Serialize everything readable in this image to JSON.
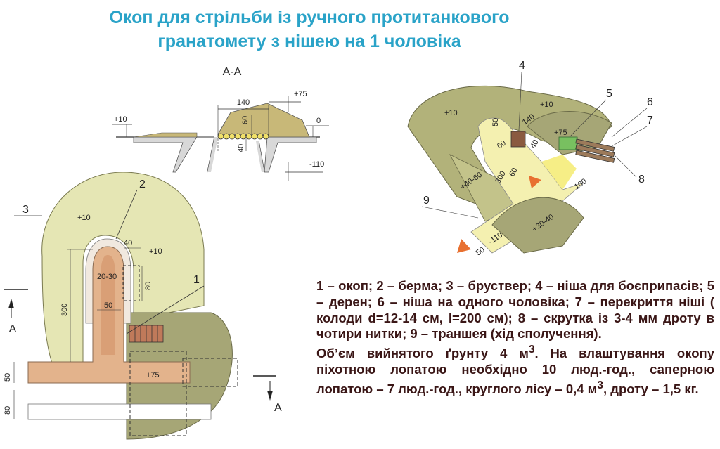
{
  "title": {
    "line1": "Окоп для стрільби із ручного протитанкового",
    "line2": "гранатомету з нішею на 1 чоловіка"
  },
  "section": {
    "name": "А-А",
    "dims": {
      "d140": "140",
      "p75": "+75",
      "p10": "+10",
      "zero": "0",
      "d60": "60",
      "d40": "40",
      "m110": "-110"
    }
  },
  "plan": {
    "label3": "3",
    "label2": "2",
    "label1": "1",
    "p10a": "+10",
    "p10b": "+10",
    "d40": "40",
    "d2030": "20-30",
    "d80": "80",
    "d300": "300",
    "d50": "50",
    "p75": "+75",
    "d50v": "50",
    "d80v": "80",
    "arrowA1": "А",
    "arrowA2": "А"
  },
  "view3d": {
    "n4": "4",
    "n5": "5",
    "n6": "6",
    "n7": "7",
    "n8": "8",
    "n9": "9",
    "p10a": "+10",
    "p10b": "+10",
    "d140": "140",
    "d50": "50",
    "d60": "60",
    "d40": "40",
    "p75": "+75",
    "p4060": "+40-60",
    "d300": "300",
    "d60b": "60",
    "d100": "100",
    "p3040": "+30-40",
    "m110": "-110",
    "d50b": "50"
  },
  "legend": {
    "para1": "1 – окоп; 2 – берма; 3 – бруствер; 4 – ніша для боєприпасів; 5 – дерен; 6 – ніша на одного чоловіка; 7 – перекриття ніші ( колоди d=12-14 см, l=200 см); 8 – скрутка із 3-4 мм дроту в чотири нитки; 9 – траншея (хід сполучення).",
    "para2_a": "Об’єм вийнятого ґрунту 4 м",
    "para2_sup1": "3",
    "para2_b": ". На влаштування окопу піхотною лопатою  необхідно 10 люд.-год., саперною лопатою – 7 люд.-год., круглого лісу – 0,4 м",
    "para2_sup2": "3",
    "para2_c": ", дроту – 1,5 кг."
  }
}
